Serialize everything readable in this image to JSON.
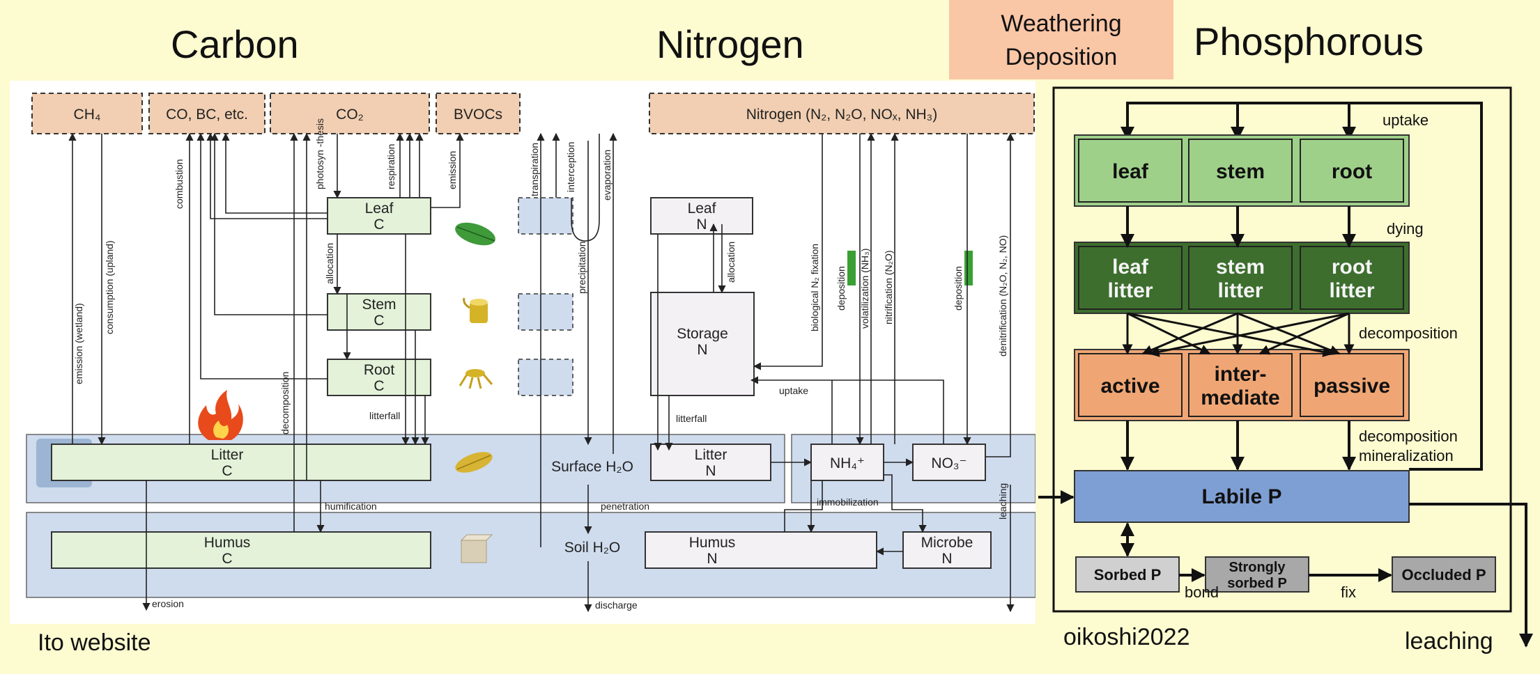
{
  "titles": {
    "carbon": "Carbon",
    "nitrogen": "Nitrogen",
    "weathering": "Weathering",
    "deposition": "Deposition",
    "phosphorous": "Phosphorous"
  },
  "captions": {
    "left": "Ito website",
    "right": "oikoshi2022",
    "leaching": "leaching"
  },
  "colors": {
    "background": "#fdfbd0",
    "gas_box": "#f2cfb2",
    "plant_box": "#e3f2d9",
    "soil_band": "#cfdcee",
    "p_live": "#9fd08a",
    "p_litter": "#3d6e2e",
    "p_soil": "#f0a674",
    "p_labile": "#7e9fd4",
    "p_minor": "#a8a8a8",
    "highlight": "#f9c6a6"
  },
  "carbon": {
    "gas": {
      "ch4": "CH₄",
      "co": "CO, BC, etc.",
      "co2": "CO₂",
      "bvoc": "BVOCs"
    },
    "pools": {
      "leaf": [
        "Leaf",
        "C"
      ],
      "stem": [
        "Stem",
        "C"
      ],
      "root": [
        "Root",
        "C"
      ],
      "litter": [
        "Litter",
        "C"
      ],
      "humus": [
        "Humus",
        "C"
      ]
    },
    "flows": {
      "emission_wetland": "emission (wetland)",
      "consumption_upland": "consumption (upland)",
      "combustion": "combustion",
      "photosynthesis": "photosyn -thesis",
      "respiration": "respiration",
      "emission": "emission",
      "allocation": "allocation",
      "decomposition": "decomposition",
      "litterfall": "litterfall",
      "humification": "humification",
      "erosion": "erosion"
    }
  },
  "water": {
    "surface": "Surface H₂O",
    "soil": "Soil H₂O",
    "transpiration": "transpiration",
    "interception": "interception",
    "evaporation": "evaporation",
    "precipitation": "precipitation",
    "penetration": "penetration",
    "discharge": "discharge"
  },
  "nitrogen": {
    "gas": "Nitrogen (N₂, N₂O, NOₓ, NH₃)",
    "pools": {
      "leaf": [
        "Leaf",
        "N"
      ],
      "storage": [
        "Storage",
        "N"
      ],
      "litter": [
        "Litter",
        "N"
      ],
      "humus": [
        "Humus",
        "N"
      ],
      "microbe": [
        "Microbe",
        "N"
      ],
      "nh4": "NH₄⁺",
      "no3": "NO₃⁻"
    },
    "flows": {
      "allocation": "allocation",
      "litterfall": "litterfall",
      "uptake": "uptake",
      "biological_fixation": "biological N₂ fixation",
      "deposition_nh4": "deposition",
      "volatilization": "volatilization (NH₃)",
      "nitrification": "nitrification (N₂O)",
      "deposition_no3": "deposition",
      "denitrification": "denitrification (N₂O, N₂, NO)",
      "immobilization": "immobilization",
      "leaching": "leaching"
    }
  },
  "phosphorus": {
    "live": [
      "leaf",
      "stem",
      "root"
    ],
    "litter": [
      [
        "leaf",
        "litter"
      ],
      [
        "stem",
        "litter"
      ],
      [
        "root",
        "litter"
      ]
    ],
    "soil": [
      [
        "active"
      ],
      [
        "inter-",
        "mediate"
      ],
      [
        "passive"
      ]
    ],
    "labile": "Labile P",
    "sorbed": "Sorbed P",
    "strongly": [
      "Strongly",
      "sorbed P"
    ],
    "occluded": "Occluded P",
    "labels": {
      "uptake": "uptake",
      "dying": "dying",
      "decomposition": "decomposition",
      "decomposition2": "decomposition",
      "mineralization": "mineralization",
      "bond": "bond",
      "fix": "fix"
    }
  }
}
